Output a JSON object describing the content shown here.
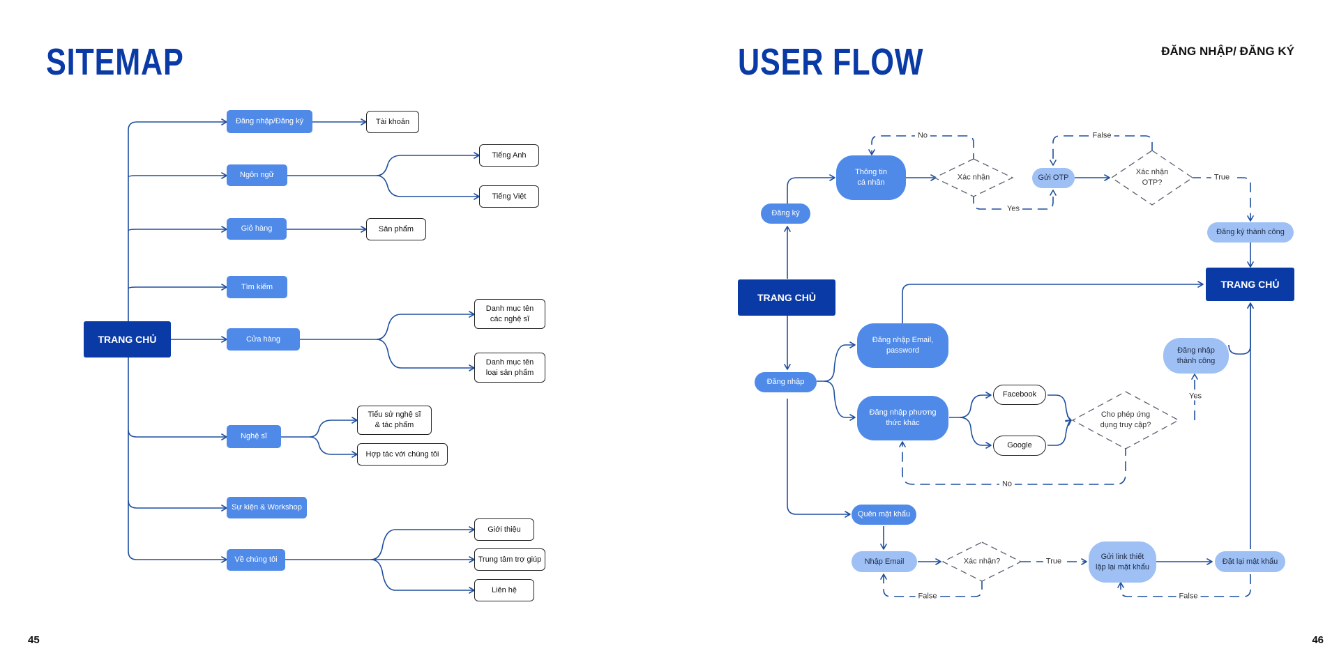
{
  "left_page": {
    "title": "SITEMAP",
    "page_number": "45",
    "root": "TRANG CHỦ",
    "sections": [
      "Đăng nhập/Đăng ký",
      "Ngôn ngữ",
      "Giỏ hàng",
      "Tìm kiếm",
      "Cửa hàng",
      "Nghệ sĩ",
      "Sự kiện &  Workshop",
      "Về chúng tôi"
    ],
    "leaves": {
      "account": "Tài khoản",
      "english": "Tiếng Anh",
      "vietnamese": "Tiếng Việt",
      "product": "Sản phẩm",
      "artist_list": "Danh mục tên\ncác nghệ sĩ",
      "product_type_list": "Danh mục tên\nloại sản phẩm",
      "artist_bio": "Tiểu sử nghệ sĩ\n& tác phẩm",
      "collaborate": "Hợp tác với chúng tôi",
      "intro": "Giới thiệu",
      "help_center": "Trung tâm trợ giúp",
      "contact": "Liên hệ"
    }
  },
  "right_page": {
    "title": "USER FLOW",
    "subtitle": "ĐĂNG NHẬP/ ĐĂNG KÝ",
    "page_number": "46",
    "nodes": {
      "home_start": "TRANG CHỦ",
      "home_end": "TRANG CHỦ",
      "register": "Đăng ký",
      "personal_info": "Thông tin\ncá nhân",
      "confirm_1": "Xác nhận",
      "send_otp": "Gửi OTP",
      "confirm_otp": "Xác nhận\nOTP?",
      "register_success": "Đăng ký thành công",
      "login": "Đăng nhập",
      "login_email": "Đăng nhập Email,\npassword",
      "login_other": "Đăng nhập phương\nthức khác",
      "facebook": "Facebook",
      "google": "Google",
      "allow_access": "Cho phép ứng\ndụng truy cập?",
      "login_success": "Đăng nhập\nthành công",
      "forgot_password": "Quên mật khẩu",
      "enter_email": "Nhập Email",
      "confirm_2": "Xác nhận?",
      "send_reset_link": "Gửi link thiết\nlập lại mật khẩu",
      "reset_password": "Đặt lại mật khẩu"
    },
    "edge_labels": {
      "no_top": "No",
      "yes_top": "Yes",
      "false_top": "False",
      "true_top": "True",
      "yes_right": "Yes",
      "no_bottom": "No",
      "true_bottom": "True",
      "false_bottom_left": "False",
      "false_bottom_right": "False"
    }
  },
  "colors": {
    "dark_blue": "#0a3aa5",
    "mid_blue": "#4f8ae8",
    "light_blue": "#9ec0f4",
    "line": "#1d4e9e"
  }
}
